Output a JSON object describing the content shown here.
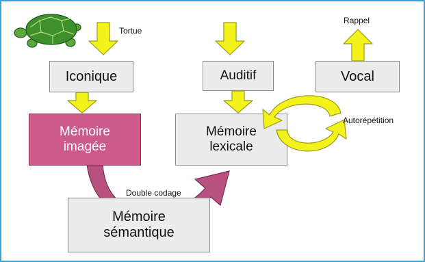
{
  "diagram": {
    "nodes": {
      "iconique": "Iconique",
      "auditif": "Auditif",
      "vocal": "Vocal",
      "memoire_imagee": "Mémoire\nimagée",
      "memoire_lexicale": "Mémoire\nlexicale",
      "memoire_semantique": "Mémoire\nsémantique"
    },
    "labels": {
      "tortue": "Tortue",
      "rappel": "Rappel",
      "autorepetition": "Autorépétition",
      "double_codage": "Double codage"
    },
    "colors": {
      "frame": "#3aa0d6",
      "box_fill": "#ececec",
      "imagee_fill": "#cc5a8c",
      "arrow_yellow": "#f3f21b",
      "arrow_pink": "#b8517f"
    },
    "icons": {
      "turtle": "turtle-icon"
    }
  }
}
